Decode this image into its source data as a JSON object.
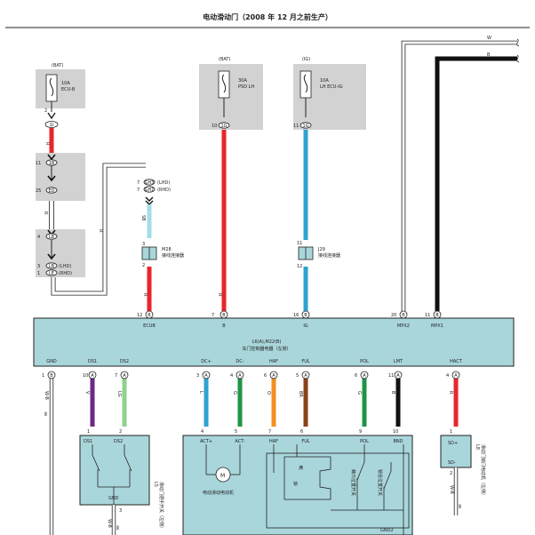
{
  "title": "电动滑动门（2008 年 12 月之前生产）",
  "colors": {
    "red": "#e8262a",
    "blue": "#2ea3cf",
    "lightblue": "#a4dde8",
    "black": "#111111",
    "purple": "#6a2a86",
    "lightgreen": "#8fd18f",
    "green": "#1f9447",
    "orange": "#f3901f",
    "brown": "#8a4218",
    "fill": "#a9d6db",
    "fusebox": "#d2d2d2"
  },
  "fuses": [
    {
      "source": "(BAT)",
      "rating": "10A",
      "name": "ECU-B",
      "pin": "2",
      "conn": "1I"
    },
    {
      "source": "(BAT)",
      "rating": "30A",
      "name": "PSD LH",
      "pin": "10",
      "conn": "1G"
    },
    {
      "source": "(IG)",
      "rating": "10A",
      "name": "LH ECU-IG",
      "pin": "11",
      "conn": "1G"
    }
  ],
  "leftchain": {
    "w1": "R",
    "c1": "11",
    "c1n": "1B",
    "c2": "25",
    "c2n": "ED",
    "w2": "R",
    "c3": "4",
    "c3n": "LB",
    "c4": "3",
    "c4n": "LB",
    "c4s": "(LHD)",
    "c5": "1",
    "c5n": "LE",
    "c5s": "(RHD)",
    "wire": "R"
  },
  "upper_right": {
    "c1": "7",
    "c1n": "GH3",
    "c1s": "(LHD)",
    "c2": "7",
    "c2n": "GH1",
    "c2s": "(RHD)",
    "wire": "SB"
  },
  "j28": {
    "pin_top": "3",
    "pin_bot": "2",
    "name": "M28",
    "desc": "接线连接器"
  },
  "j29": {
    "pin_top": "11",
    "pin_bot": "12",
    "name": "J29",
    "desc": "接线连接器"
  },
  "top_wires": {
    "w": "W",
    "b": "B"
  },
  "ecu": {
    "name": "L6(A),M22(B)",
    "desc": "车门控制器电器（左侧）",
    "top_pins": [
      {
        "label": "ECUB",
        "pin": "12",
        "conn": "B"
      },
      {
        "label": "B",
        "pin": "7",
        "conn": "B"
      },
      {
        "label": "IG",
        "pin": "16",
        "conn": "B"
      },
      {
        "label": "MPX2",
        "pin": "20",
        "conn": "B"
      },
      {
        "label": "MPX1",
        "pin": "11",
        "conn": "B"
      }
    ],
    "bottom_pins": [
      {
        "label": "GND",
        "pin": "1",
        "conn": "B",
        "wire": "W-B"
      },
      {
        "label": "DS1",
        "pin": "10",
        "conn": "A",
        "wire": "V"
      },
      {
        "label": "DS2",
        "pin": "7",
        "conn": "A",
        "wire": "LG"
      },
      {
        "label": "DC+",
        "pin": "3",
        "conn": "A",
        "wire": "L"
      },
      {
        "label": "DC-",
        "pin": "4",
        "conn": "A",
        "wire": "G"
      },
      {
        "label": "HAF",
        "pin": "6",
        "conn": "A",
        "wire": "O"
      },
      {
        "label": "FUL",
        "pin": "5",
        "conn": "A",
        "wire": "BR"
      },
      {
        "label": "POL",
        "pin": "6",
        "conn": "A",
        "wire": "G"
      },
      {
        "label": "LMT",
        "pin": "11",
        "conn": "A",
        "wire": "B"
      },
      {
        "label": "HACT",
        "pin": "4",
        "conn": "A",
        "wire": "R"
      }
    ]
  },
  "switch_left": {
    "code": "L5",
    "desc": "滑动门把手开关（左侧）",
    "pin1": "1",
    "pin1_label": "DS1",
    "pin2": "2",
    "pin2_label": "DS2",
    "gnd_label": "GND",
    "gnd_pin": "3",
    "gnd_wire": "W-B"
  },
  "motor_unit": {
    "pins": [
      {
        "label": "ACT+",
        "pin": "4"
      },
      {
        "label": "ACT-",
        "pin": "5"
      },
      {
        "label": "HAF",
        "pin": "7"
      },
      {
        "label": "FUL",
        "pin": "6"
      },
      {
        "label": "POL",
        "pin": "9"
      },
      {
        "label": "BND",
        "pin": "10"
      }
    ],
    "motor_label": "电动滑动电动机",
    "full_label": "满",
    "half_label": "锁",
    "sw1_label": "棘爪位置开关",
    "sw2_label": "锁舌位置开关",
    "gnd2": "GND2"
  },
  "right_unit": {
    "code": "L8",
    "desc": "滑动门锁闩电动机（左侧）",
    "sd_plus": "SD+",
    "sd_minus": "SD-",
    "pin_top": "1",
    "pin_bot": "2",
    "bot_wire": "W-B"
  },
  "ground_symbol": "Ⅱ"
}
